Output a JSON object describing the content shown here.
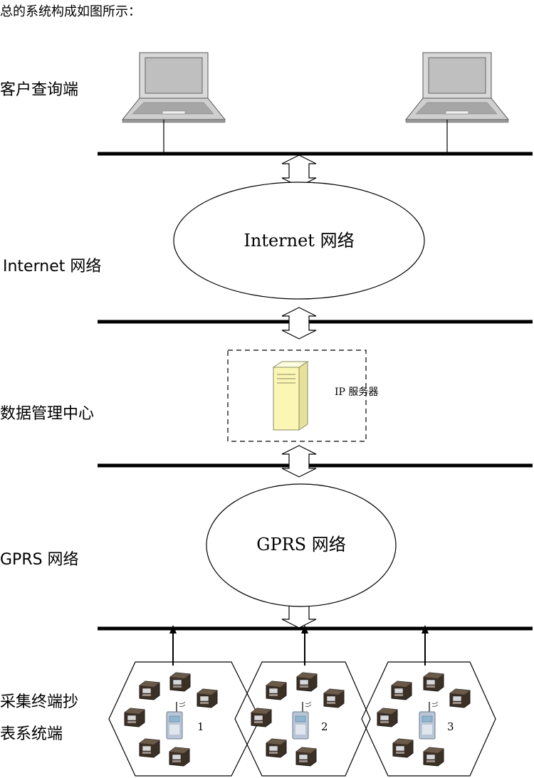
{
  "intro_text": "总的系统构成如图所示：",
  "layers": {
    "client": "客户查询端",
    "internet": "Internet 网络",
    "center": "数据管理中心",
    "gprs": "GPRS 网络",
    "collect_line1": "采集终端抄",
    "collect_line2": "表系统端"
  },
  "internet_cloud_label": "Internet 网络",
  "gprs_cloud_label": "GPRS 网络",
  "server_label": "IP 服务器",
  "terminal_numbers": [
    "1",
    "2",
    "3"
  ]
}
